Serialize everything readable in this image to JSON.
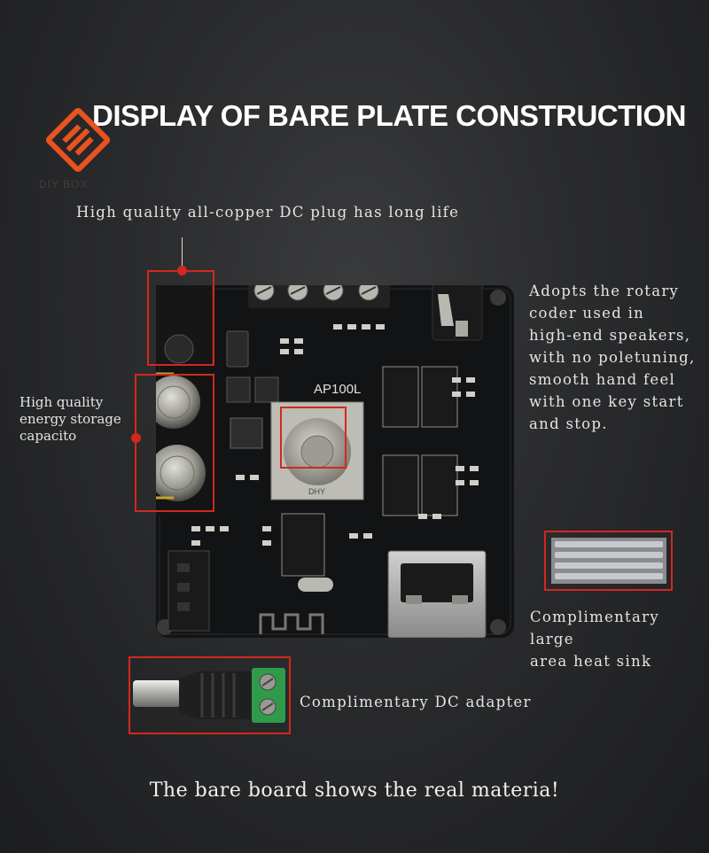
{
  "title": "DISPLAY OF BARE PLATE CONSTRUCTION",
  "brand": "DIY BOX",
  "board_label": "AP100L",
  "knob_label": "DHY",
  "captions": {
    "dc_plug": "High quality all-copper DC plug has long life",
    "capacitor": "High quality\nenergy storage\ncapacito",
    "rotary": "Adopts the rotary\ncoder used in\nhigh-end speakers,\nwith no poletuning,\nsmooth hand feel\nwith one key start\nand stop.",
    "heat_sink": "Complimentary large\narea heat sink",
    "dc_adapter": "Complimentary DC adapter"
  },
  "footer": "The bare board shows the real materia!",
  "colors": {
    "accent_red": "#d2281e",
    "logo_orange": "#e8531f",
    "background": "#2a2b2d"
  }
}
